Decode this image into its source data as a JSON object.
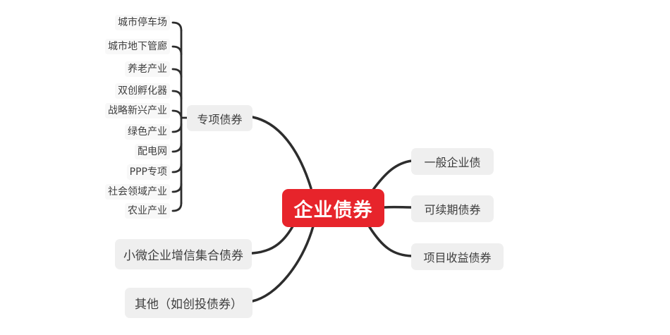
{
  "colors": {
    "root_bg": "#e7242b",
    "root_text": "#ffffff",
    "node_bg": "#efefef",
    "node_text": "#3e3e3e",
    "line": "#2d2d2d",
    "canvas_bg": "#ffffff",
    "leaf_bg": "#f8f8f8"
  },
  "mindmap": {
    "root": "企业债券",
    "special_branch": {
      "label": "专项债券",
      "children": [
        "城市停车场",
        "城市地下管廊",
        "养老产业",
        "双创孵化器",
        "战略新兴产业",
        "绿色产业",
        "配电网",
        "PPP专项",
        "社会领域产业",
        "农业产业"
      ]
    },
    "right_branches": [
      "一般企业债",
      "可续期债券",
      "项目收益债券"
    ],
    "bottom_branches": [
      "小微企业增信集合债券",
      "其他（如创投债券）"
    ]
  }
}
